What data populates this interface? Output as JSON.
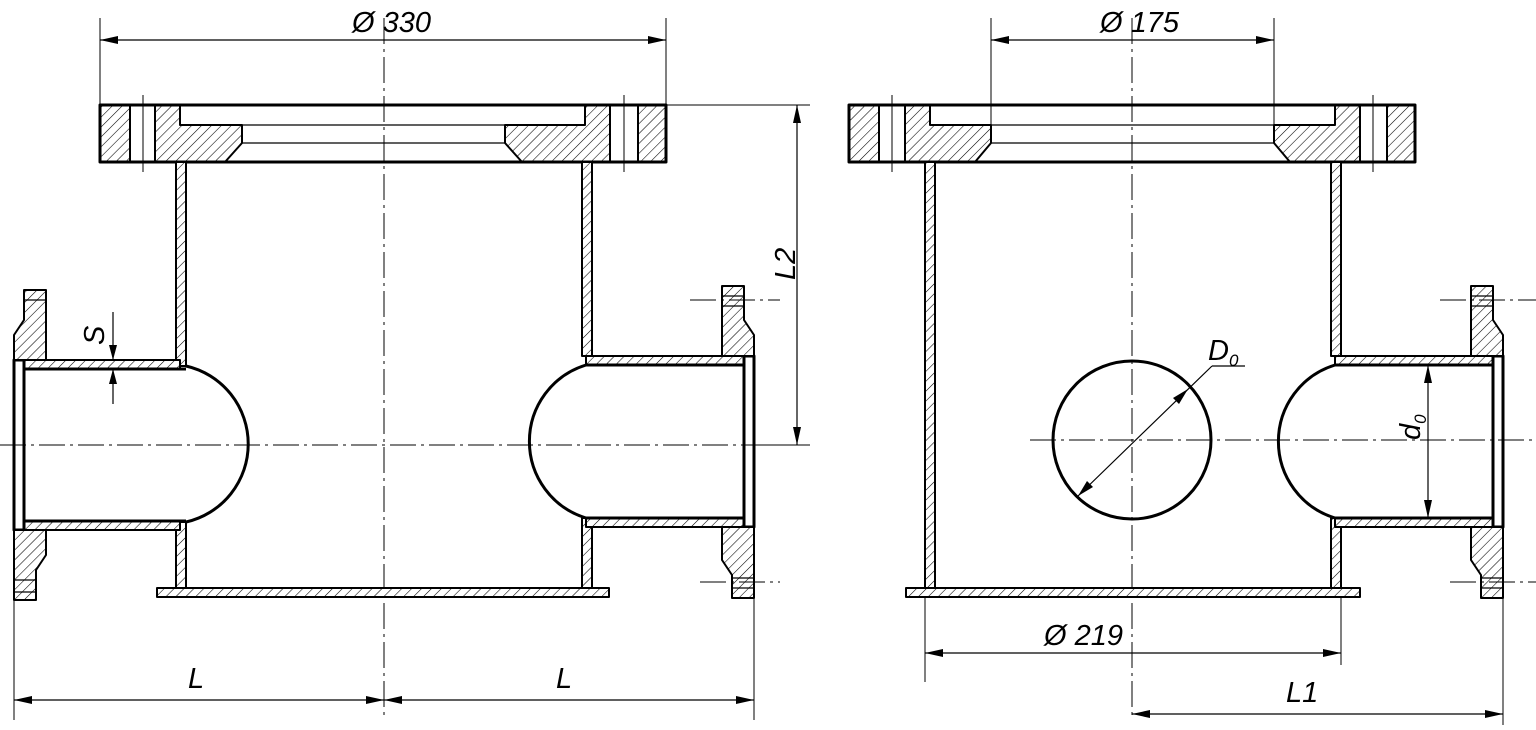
{
  "drawing": {
    "left_view": {
      "dim_flange_diameter": "Ø 330",
      "dim_height": "L2",
      "dim_wall": "S",
      "dim_length_left": "L",
      "dim_length_right": "L"
    },
    "right_view": {
      "dim_flange_diameter": "Ø 175",
      "dim_pipe_diameter": "Ø 219",
      "dim_length": "L1",
      "dim_hole_main": "D",
      "dim_hole_sub": "0",
      "dim_branch_main": "d",
      "dim_branch_sub": "0"
    },
    "colors": {
      "line": "#000000",
      "background": "#ffffff"
    }
  }
}
